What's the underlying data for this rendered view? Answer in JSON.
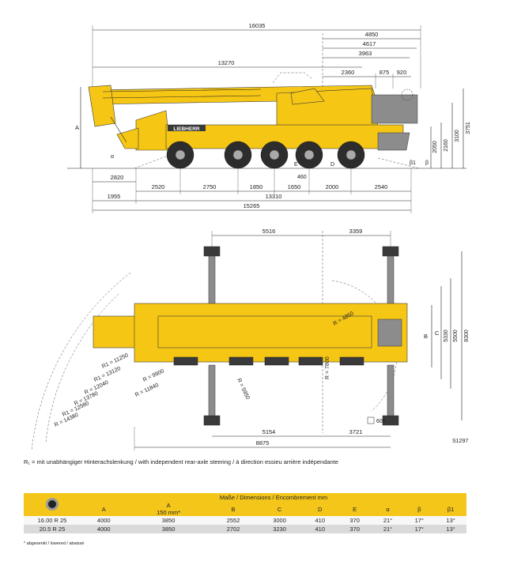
{
  "side_view": {
    "top_dims": [
      "16035",
      "4850",
      "4617",
      "3963",
      "13270",
      "2360",
      "875",
      "920"
    ],
    "height_labels": [
      "A",
      "α",
      "β",
      "β1",
      "E",
      "D",
      "460",
      "2050",
      "2160",
      "3100",
      "3751"
    ],
    "bottom_dims": [
      "2820",
      "2520",
      "2750",
      "1850",
      "1650",
      "2000",
      "2540",
      "1955",
      "13310",
      "15265"
    ],
    "brand": "LIEBHERR"
  },
  "top_view": {
    "top_dims": [
      "5516",
      "3359"
    ],
    "right_dims": [
      "5330",
      "5500",
      "8300"
    ],
    "right_letters": [
      "B",
      "C"
    ],
    "radii": [
      "R1 = 11250",
      "R = 9900",
      "R = 11840",
      "R1 = 13120",
      "R = 12040",
      "R = 13780",
      "R1 = 12580",
      "R = 14380",
      "R = 5950",
      "R = 7800",
      "R = 4850"
    ],
    "bottom_dims": [
      "5154",
      "3721",
      "8875",
      "600"
    ],
    "drawing_number": "S1297"
  },
  "note": "R₁ = mit unabhängiger Hinterachslenkung / with independent rear-axle steering / à direction essieu arrière indépendante",
  "table": {
    "title": "Maße / Dimensions / Encombrement mm",
    "columns": [
      "A",
      "A",
      "B",
      "C",
      "D",
      "E",
      "α",
      "β",
      "β1"
    ],
    "subheader": "150 mm*",
    "rows": [
      {
        "tire": "16.00 R 25",
        "values": [
          "4000",
          "3850",
          "2552",
          "3000",
          "410",
          "370",
          "21°",
          "17°",
          "13°"
        ]
      },
      {
        "tire": "20.5  R 25",
        "values": [
          "4000",
          "3850",
          "2702",
          "3230",
          "410",
          "370",
          "21°",
          "17°",
          "13°"
        ]
      }
    ],
    "footnote": "* abgesenkt / lowered / abaissé"
  }
}
